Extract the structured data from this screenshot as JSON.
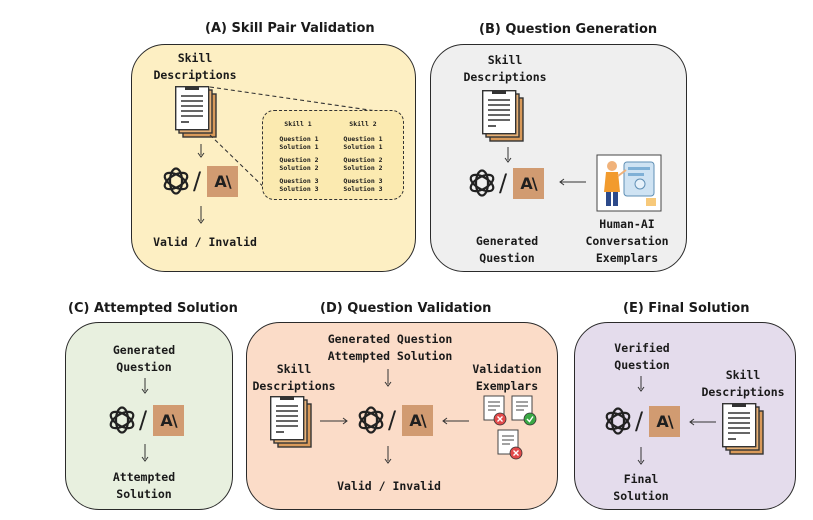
{
  "panels": {
    "a": {
      "title": "(A) Skill Pair Validation",
      "input_label_1": "Skill",
      "input_label_2": "Descriptions",
      "output_label": "Valid / Invalid",
      "pairs": {
        "skill1_header": "Skill 1",
        "skill2_header": "Skill 2",
        "rows": [
          {
            "q1": "Question 1",
            "s1": "Solution 1",
            "q2": "Question 1",
            "s2": "Solution 1"
          },
          {
            "q1": "Question 2",
            "s1": "Solution 2",
            "q2": "Question 2",
            "s2": "Solution 2"
          },
          {
            "q1": "Question 3",
            "s1": "Solution 3",
            "q2": "Question 3",
            "s2": "Solution 3"
          }
        ]
      }
    },
    "b": {
      "title": "(B) Question Generation",
      "input_label_1": "Skill",
      "input_label_2": "Descriptions",
      "output_label_1": "Generated",
      "output_label_2": "Question",
      "exemplar_label_1": "Human-AI",
      "exemplar_label_2": "Conversation",
      "exemplar_label_3": "Exemplars"
    },
    "c": {
      "title": "(C) Attempted Solution",
      "input_label_1": "Generated",
      "input_label_2": "Question",
      "output_label_1": "Attempted",
      "output_label_2": "Solution"
    },
    "d": {
      "title": "(D) Question Validation",
      "top_label_1": "Generated Question",
      "top_label_2": "Attempted Solution",
      "left_label_1": "Skill",
      "left_label_2": "Descriptions",
      "right_label_1": "Validation",
      "right_label_2": "Exemplars",
      "output_label": "Valid / Invalid"
    },
    "e": {
      "title": "(E) Final Solution",
      "input_label_1": "Verified",
      "input_label_2": "Question",
      "right_label_1": "Skill",
      "right_label_2": "Descriptions",
      "output_label_1": "Final",
      "output_label_2": "Solution"
    }
  },
  "model_logo": {
    "slash": "/",
    "anthropic_mark": "A\\"
  },
  "colors": {
    "panel_a": "#fdefc3",
    "panel_b": "#efefef",
    "panel_c": "#e8f0df",
    "panel_d": "#fbdcc8",
    "panel_e": "#e4dcec",
    "anthropic_tile": "#d19b71"
  },
  "icons": [
    "document-icon",
    "openai-icon",
    "anthropic-icon",
    "human-ai-illustration-icon",
    "validation-exemplar-icon"
  ]
}
